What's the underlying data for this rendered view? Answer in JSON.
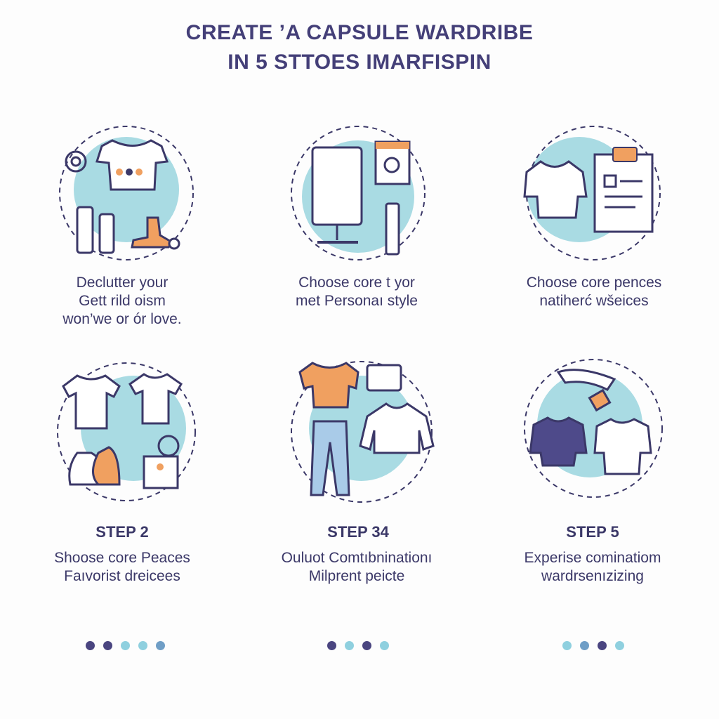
{
  "title": {
    "line1": "CREATE ’A CAPSULE WARDRIBE",
    "line2": "IN 5 STTOES IMARFISPIN"
  },
  "colors": {
    "primary": "#443f78",
    "accent_blue": "#a9dbe3",
    "accent_orange": "#f0a060",
    "dot_dark": "#4a4580",
    "dot_light": "#8fd0df"
  },
  "cards": [
    {
      "icon": "declutter-shirt-gear-bottles-icon",
      "lines": [
        "Declutter your",
        "Gett rild oism",
        "won’we or ór love."
      ]
    },
    {
      "icon": "screen-profile-icon",
      "lines": [
        "Choose core t yor",
        "met Personaı style"
      ]
    },
    {
      "icon": "shirt-clipboard-checklist-icon",
      "lines": [
        "Choose core pences",
        "natiherć wšeices"
      ]
    },
    {
      "icon": "tshirts-bags-icon",
      "step": "STEP 2",
      "lines": [
        "Shoose core Peaces",
        "Faıvorist dreicees"
      ]
    },
    {
      "icon": "shirt-jeans-sweater-icon",
      "step": "STEP 34",
      "lines": [
        "Ouluot Comtıbninationı",
        "Milprent peicte"
      ]
    },
    {
      "icon": "jacket-shirt-scarf-icon",
      "step": "STEP 5",
      "lines": [
        "Experise cominatiom",
        "wardrsenızizing"
      ]
    }
  ],
  "pagination": [
    [
      "dark",
      "dark",
      "light",
      "light",
      "mid"
    ],
    [
      "dark",
      "light",
      "dark",
      "light"
    ],
    [
      "light",
      "mid",
      "dark",
      "light"
    ]
  ]
}
